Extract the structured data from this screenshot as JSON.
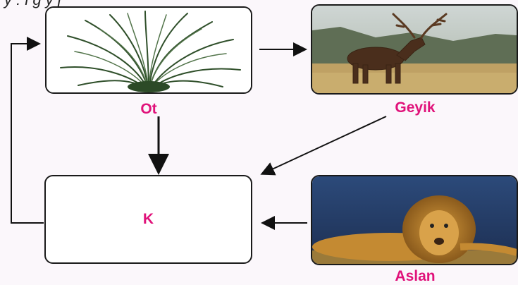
{
  "header_fragment": "y  :  i  ğ  y  j",
  "nodes": {
    "grass": {
      "label": "Ot"
    },
    "deer": {
      "label": "Geyik"
    },
    "k": {
      "label": "K"
    },
    "lion": {
      "label": "Aslan"
    }
  },
  "colors": {
    "label": "#e0127a",
    "arrow": "#111111",
    "box_border": "#1a1a1a"
  },
  "edges": [
    {
      "from": "grass",
      "to": "deer"
    },
    {
      "from": "grass",
      "to": "k"
    },
    {
      "from": "deer",
      "to": "k"
    },
    {
      "from": "lion",
      "to": "k"
    },
    {
      "from": "k",
      "to": "grass"
    }
  ]
}
